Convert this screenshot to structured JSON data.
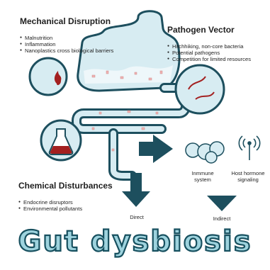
{
  "mechanical": {
    "title": "Mechanical Disruption",
    "items": [
      "Malnutrition",
      "Inflammation",
      "Nanoplastics cross biological barriers"
    ]
  },
  "pathogen": {
    "title": "Pathogen Vector",
    "items": [
      "Hitchhiking, non-core bacteria",
      "Potential pathogens",
      "Competition for limited resources"
    ]
  },
  "chemical": {
    "title": "Chemical Disturbances",
    "items": [
      "Endocrine disruptors",
      "Environmental pollutants"
    ]
  },
  "labels": {
    "immune": "Inmmune system",
    "hormone": "Host hormone signaling",
    "direct": "Direct",
    "indirect": "Indirect"
  },
  "title": "Gut dysbiosis",
  "colors": {
    "tube_fill": "#d7ecf2",
    "tube_stroke": "#1d4f5e",
    "arrow": "#1d4f5e",
    "flask_liquid": "#a32020",
    "particles": "#f2b3b3",
    "title_fill": "#9ed3de"
  }
}
